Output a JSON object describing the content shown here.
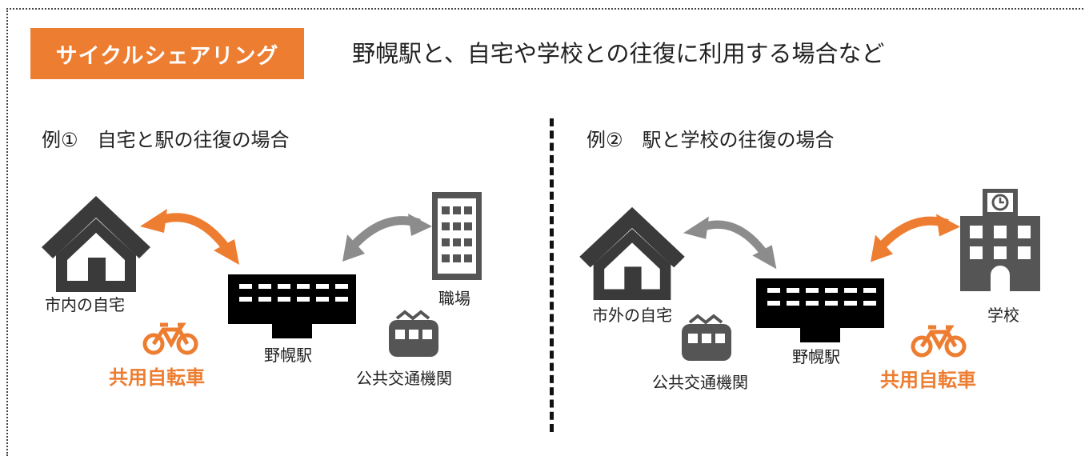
{
  "header": {
    "badge": "サイクルシェアリング",
    "description": "野幌駅と、自宅や学校との往復に利用する場合など"
  },
  "examples": [
    {
      "title": "例①　自宅と駅の往復の場合",
      "home_label": "市内の自宅",
      "station_label": "野幌駅",
      "work_label": "職場",
      "transit_label": "公共交通機関",
      "bike_label": "共用自転車"
    },
    {
      "title": "例②　駅と学校の往復の場合",
      "home_label": "市外の自宅",
      "station_label": "野幌駅",
      "school_label": "学校",
      "transit_label": "公共交通機関",
      "bike_label": "共用自転車"
    }
  ],
  "colors": {
    "accent": "#ed7d31",
    "gray_arrow": "#8c8c8c",
    "icon_dark": "#3a3a3a",
    "building": "#000000",
    "transit": "#555555"
  }
}
